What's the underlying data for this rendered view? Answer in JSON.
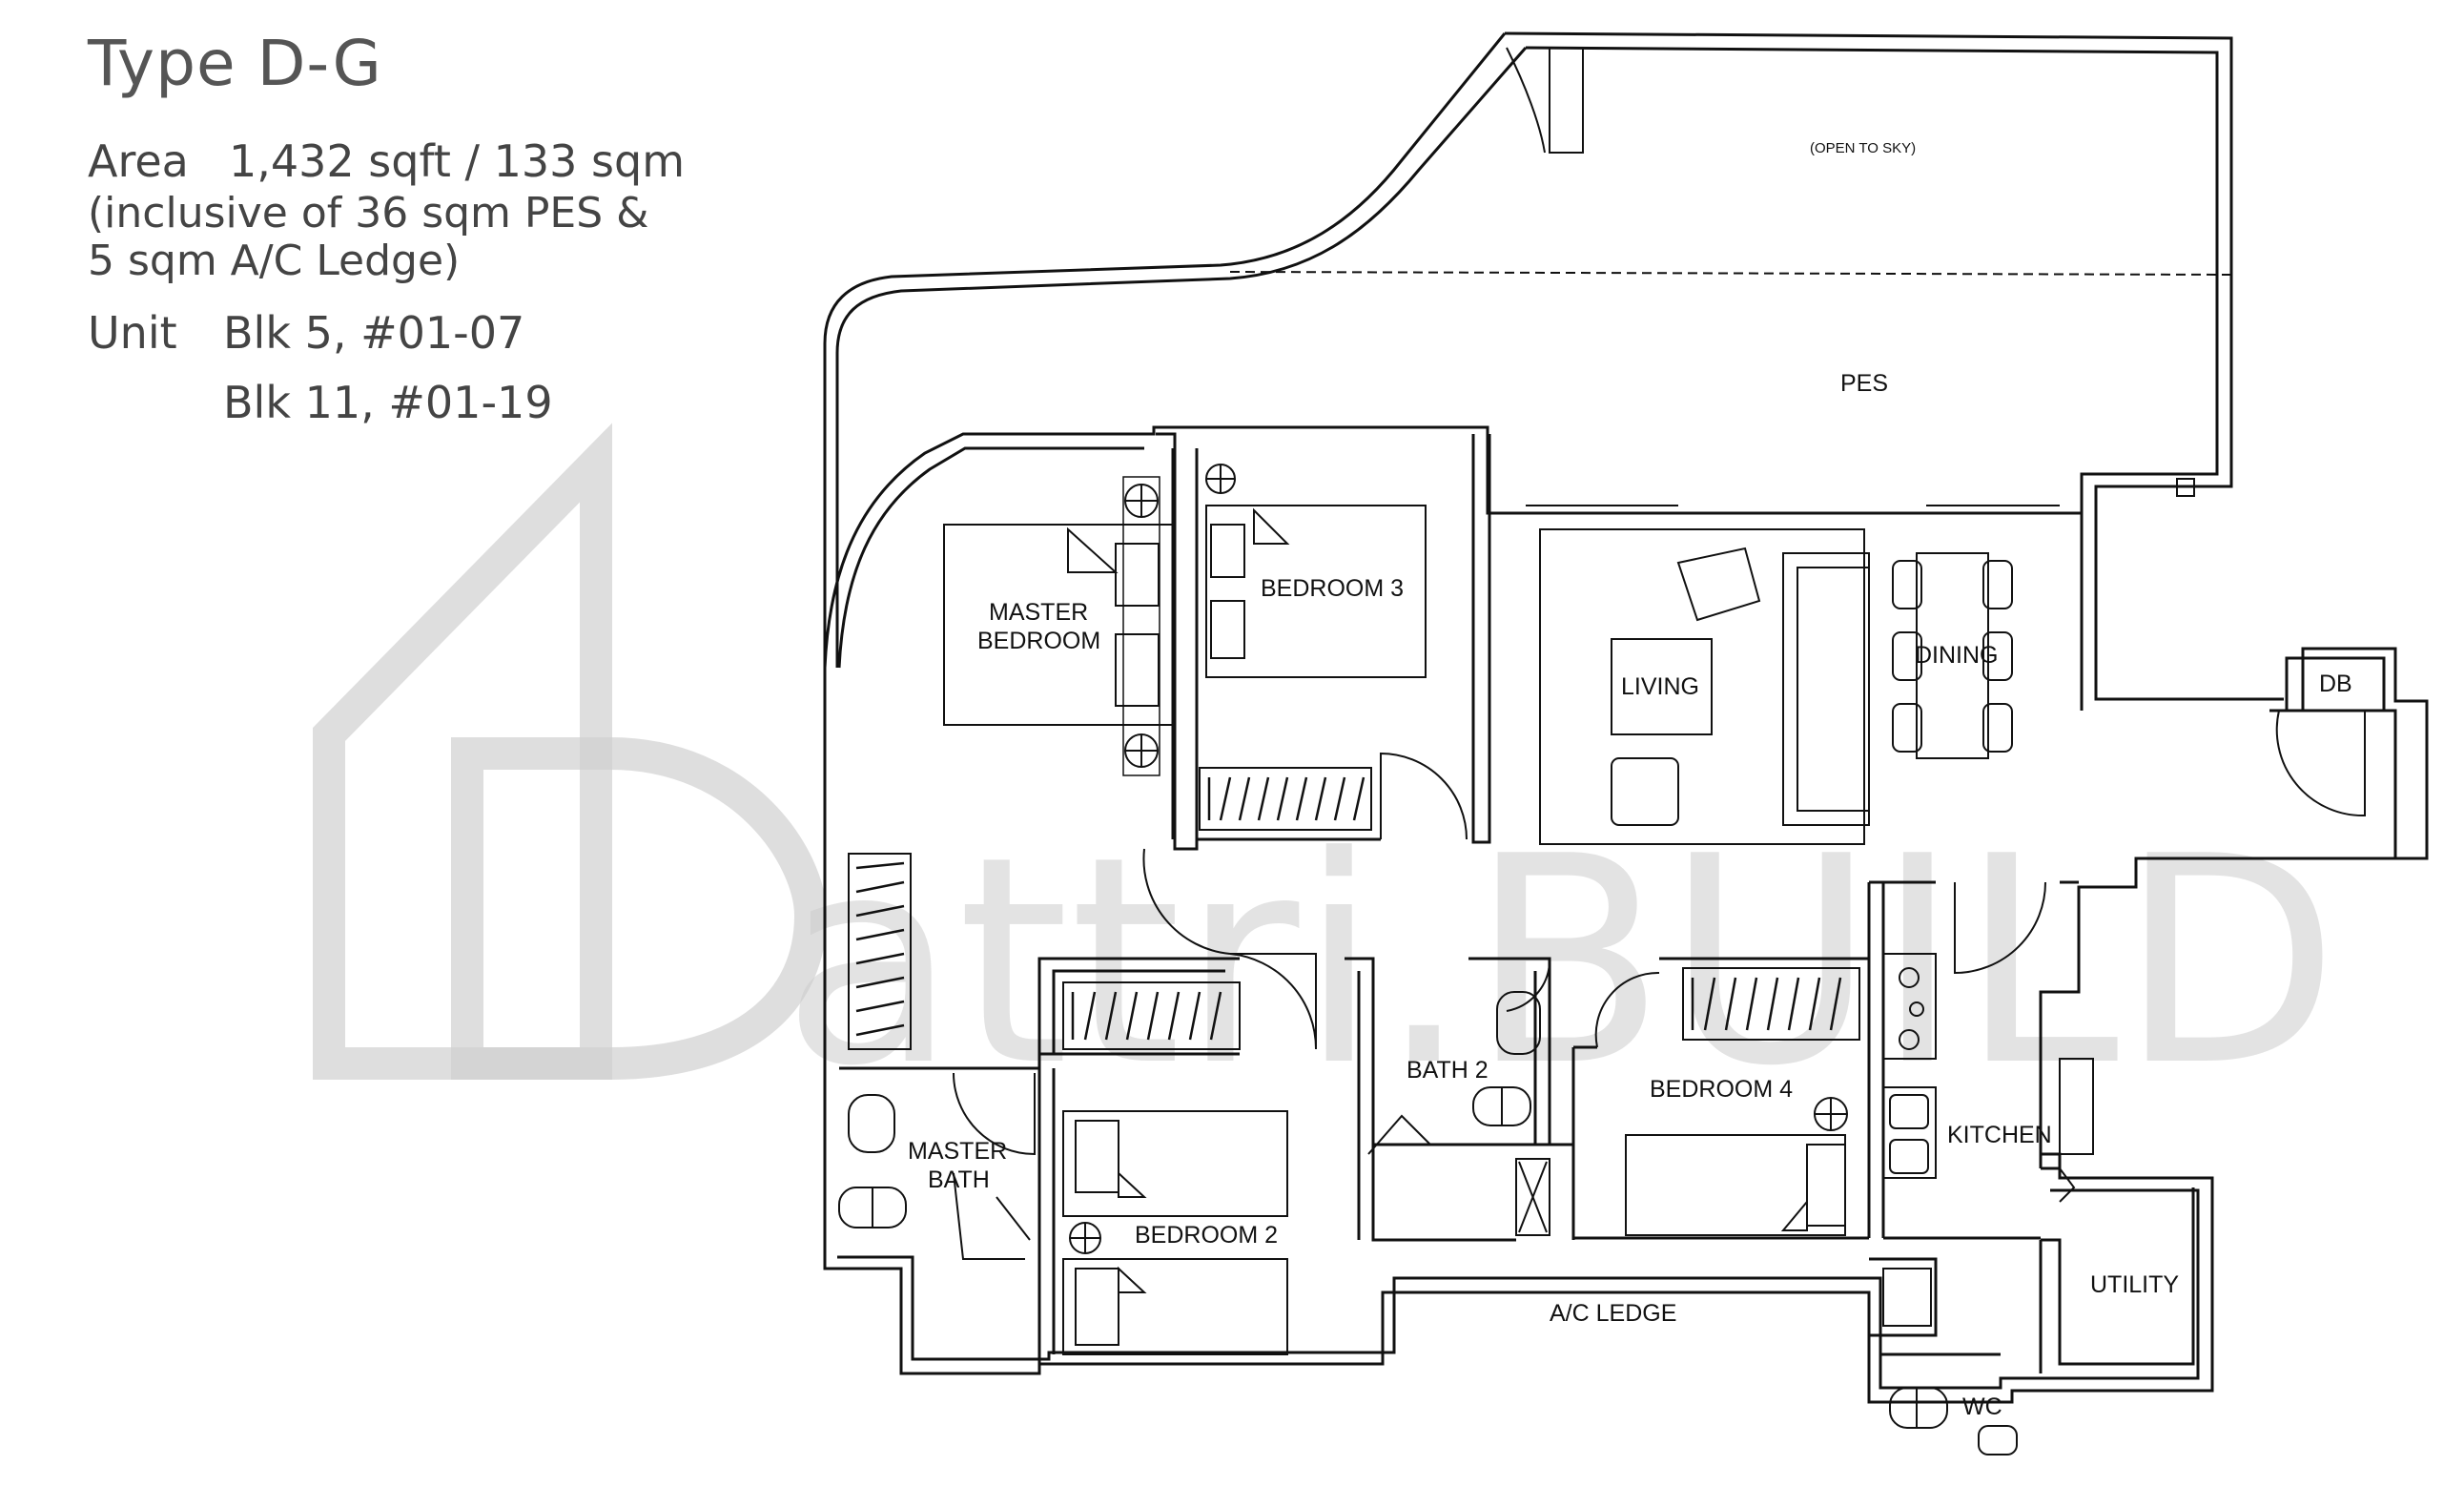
{
  "header": {
    "title": "Type D-G",
    "area_label": "Area",
    "area_value": "1,432 sqft / 133 sqm",
    "area_note_1": "(inclusive of 36 sqm PES &",
    "area_note_2": "5 sqm A/C Ledge)",
    "unit_label": "Unit",
    "units": [
      "Blk 5,  #01-07",
      "Blk 11,  #01-19"
    ]
  },
  "rooms": {
    "open_to_sky": "(OPEN TO SKY)",
    "pes": "PES",
    "master_bedroom_1": "MASTER",
    "master_bedroom_2": "BEDROOM",
    "bedroom_3": "BEDROOM 3",
    "living": "LIVING",
    "dining": "DINING",
    "db": "DB",
    "bath_2": "BATH 2",
    "bedroom_4": "BEDROOM 4",
    "kitchen": "KITCHEN",
    "master_bath_1": "MASTER",
    "master_bath_2": "BATH",
    "bedroom_2": "BEDROOM 2",
    "ac_ledge": "A/C LEDGE",
    "utility": "UTILITY",
    "wc": "WC"
  },
  "watermark": {
    "text": "attri.BUILD"
  },
  "colors": {
    "line": "#111111",
    "watermark": "#cccccc"
  }
}
